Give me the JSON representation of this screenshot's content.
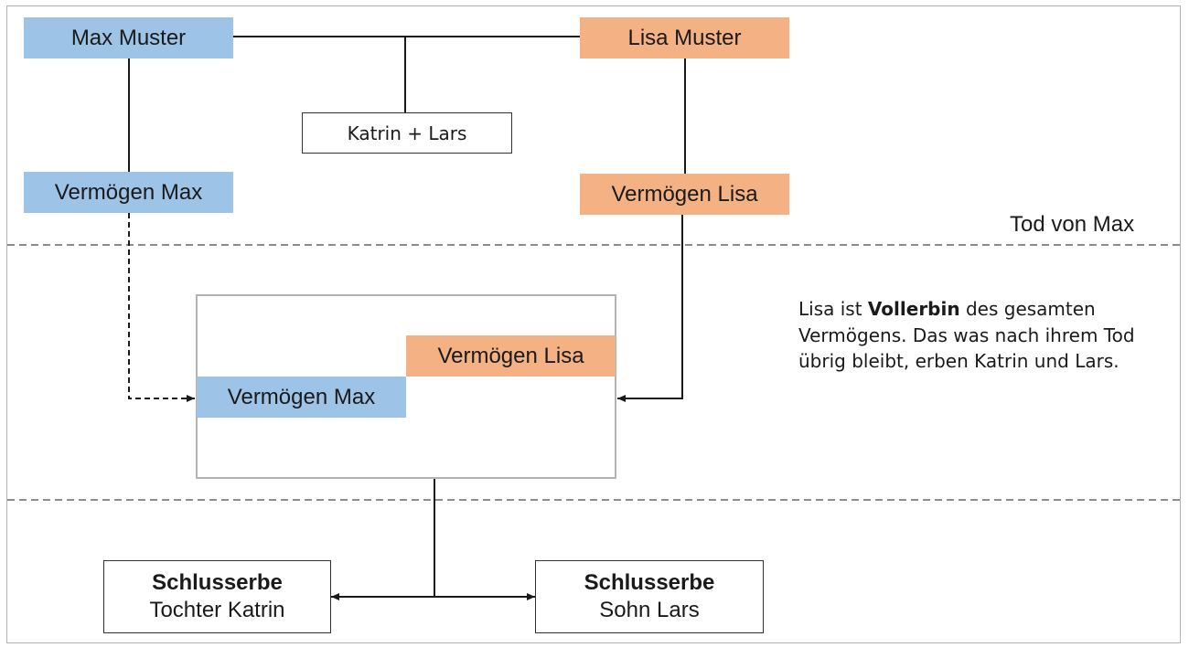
{
  "parents": {
    "max": "Max Muster",
    "lisa": "Lisa Muster"
  },
  "children": "Katrin + Lars",
  "assets": {
    "max": "Vermögen Max",
    "lisa": "Vermögen Lisa"
  },
  "phase_label": "Tod von Max",
  "merged": {
    "lisa_assets": "Vermögen Lisa",
    "max_assets": "Vermögen Max"
  },
  "note": {
    "before": "Lisa ist ",
    "emphasis": "Vollerbin",
    "after": " des gesamten Vermögens. Das was nach ihrem Tod übrig bleibt, erben Katrin und Lars."
  },
  "heirs": [
    {
      "title": "Schlusserbe",
      "name": "Tochter Katrin"
    },
    {
      "title": "Schlusserbe",
      "name": "Sohn Lars"
    }
  ],
  "colors": {
    "max": "#9dc3e6",
    "lisa": "#f4b183",
    "line": "#1a1a1a",
    "divider": "#8c8c8c"
  }
}
